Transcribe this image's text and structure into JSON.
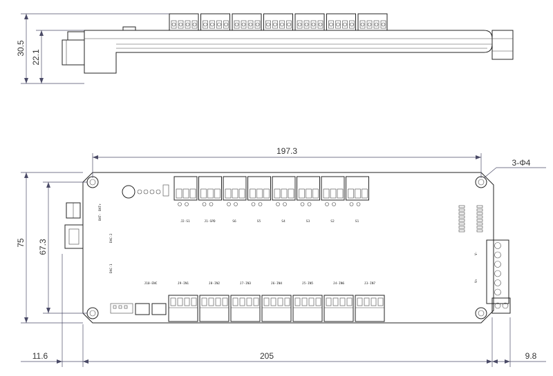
{
  "dimensions": {
    "side_total_height": "30.5",
    "side_body_height": "22.1",
    "length_holes": "197.3",
    "hole_spec": "3-Φ4",
    "total_height": "75",
    "hole_height": "67.3",
    "left_offset": "11.6",
    "body_length": "205",
    "right_offset": "9.8"
  },
  "board": {
    "top_connectors": [
      "J2-S1",
      "J1-SPD",
      "S6",
      "S5",
      "S4",
      "S3",
      "S2",
      "S1"
    ],
    "bottom_connectors": [
      "J10-ENC",
      "J9-IN1",
      "J8-IN2",
      "J7-IN3",
      "J6-IN4",
      "J5-IN5",
      "J4-IN6",
      "J3-IN7"
    ],
    "left_labels": [
      "BAT+",
      "BAT-",
      "DAC-2",
      "DAC-1"
    ],
    "right_labels": [
      "V-",
      "V+"
    ]
  },
  "colors": {
    "line": "#222222",
    "dimension": "#4a4a66",
    "background": "#ffffff"
  }
}
